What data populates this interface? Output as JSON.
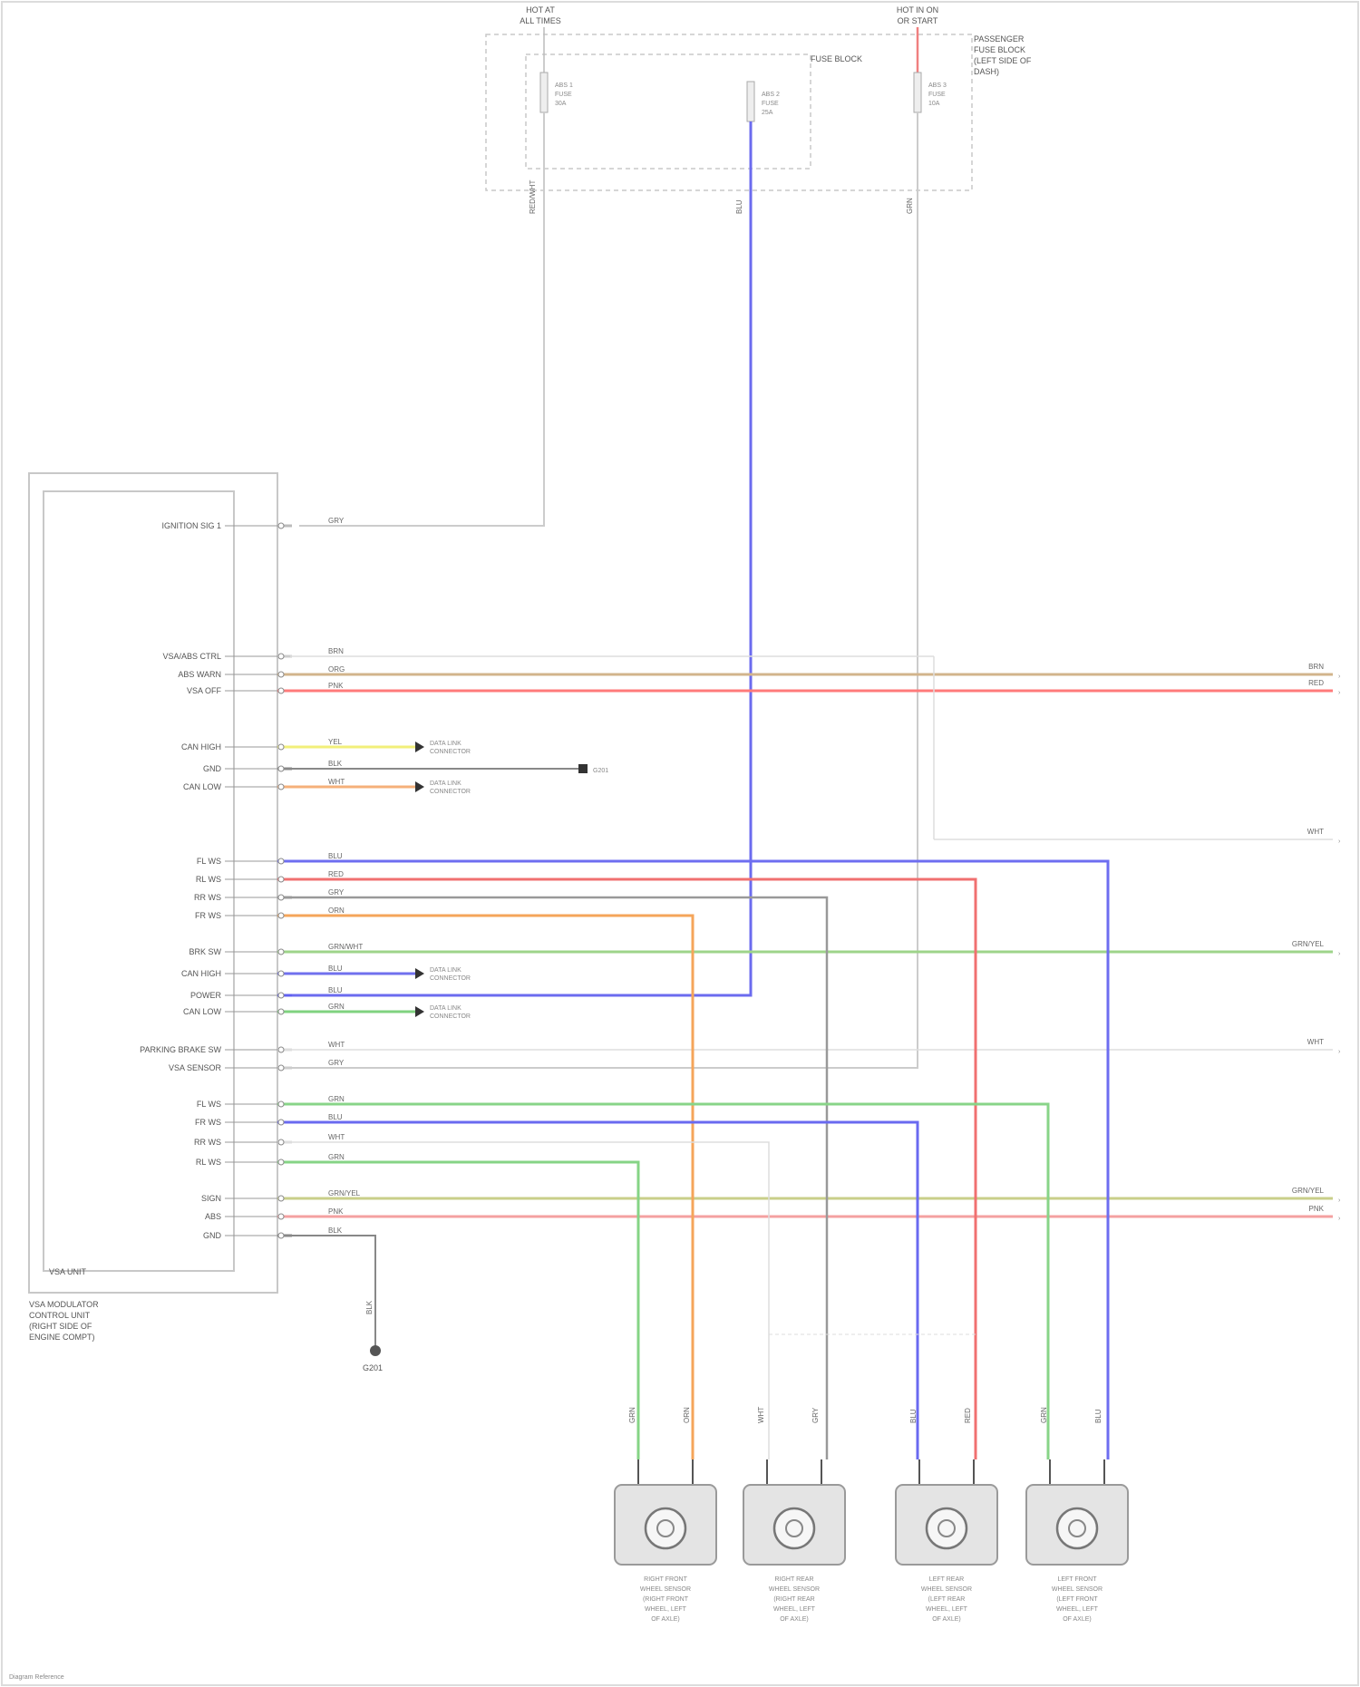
{
  "fuse_block": {
    "left_title": [
      "HOT AT",
      "ALL TIMES"
    ],
    "right_title": [
      "HOT IN ON",
      "OR START"
    ],
    "side_label": [
      "PASSENGER",
      "FUSE BLOCK",
      "(LEFT SIDE OF",
      "DASH)"
    ],
    "inner_label": "FUSE BLOCK",
    "fuses": [
      {
        "name": "ABS 1",
        "rating": "30A",
        "extra": "FUSE"
      },
      {
        "name": "ABS 2",
        "rating": "25A",
        "extra": "FUSE"
      },
      {
        "name": "ABS 3",
        "rating": "10A",
        "extra": "FUSE"
      }
    ],
    "wire_out_left": "RED/WHT",
    "wire_out_mid": "BLU",
    "wire_out_right": "GRN"
  },
  "module": {
    "inner_label": "VSA UNIT",
    "caption": [
      "VSA MODULATOR",
      "CONTROL UNIT",
      "(RIGHT SIDE OF",
      "ENGINE COMPT)"
    ],
    "pins": [
      {
        "label": "IGNITION SIG 1",
        "wire": "GRY",
        "color": "#bbbbbb"
      },
      {
        "label": "VSA/ABS CTRL",
        "wire": "BRN",
        "color": "#cccccc"
      },
      {
        "label": "ABS WARN",
        "wire": "ORG",
        "color": "#d2b48c"
      },
      {
        "label": "VSA OFF",
        "wire": "PNK",
        "color": "#ff7a7a"
      },
      {
        "label": "CAN HIGH",
        "wire": "YEL",
        "color": "#f2ef7a"
      },
      {
        "label": "GND",
        "wire": "BLK",
        "color": "#888888"
      },
      {
        "label": "CAN LOW",
        "wire": "WHT",
        "color": "#f5b07a"
      },
      {
        "label": "FL WS",
        "wire": "BLU",
        "color": "#6e6ef0"
      },
      {
        "label": "RL WS",
        "wire": "RED",
        "color": "#f07070"
      },
      {
        "label": "RR WS",
        "wire": "GRY",
        "color": "#999999"
      },
      {
        "label": "FR WS",
        "wire": "ORN",
        "color": "#f5a55a"
      },
      {
        "label": "BRK SW",
        "wire": "GRN/WHT",
        "color": "#9ed48a"
      },
      {
        "label": "CAN HIGH",
        "wire": "BLU",
        "color": "#7070ee"
      },
      {
        "label": "POWER",
        "wire": "BLU",
        "color": "#6060f0"
      },
      {
        "label": "CAN LOW",
        "wire": "GRN",
        "color": "#7fd27f"
      },
      {
        "label": "PARKING BRAKE SW",
        "wire": "WHT",
        "color": "#dddddd"
      },
      {
        "label": "VSA SENSOR",
        "wire": "GRY",
        "color": "#cccccc"
      },
      {
        "label": "FL WS",
        "wire": "GRN",
        "color": "#88d488"
      },
      {
        "label": "FR WS",
        "wire": "BLU",
        "color": "#6a6af0"
      },
      {
        "label": "RR WS",
        "wire": "WHT",
        "color": "#dddddd"
      },
      {
        "label": "RL WS",
        "wire": "GRN",
        "color": "#86d486"
      },
      {
        "label": "SIGN",
        "wire": "GRN/YEL",
        "color": "#c9cf8a"
      },
      {
        "label": "ABS",
        "wire": "PNK",
        "color": "#f4a0a0"
      },
      {
        "label": "GND",
        "wire": "BLK",
        "color": "#888888"
      }
    ],
    "ground_label": "G201",
    "ground_wire": "BLK"
  },
  "destinations": [
    {
      "text": "BRN",
      "id": "dest-1"
    },
    {
      "text": "RED",
      "id": "dest-2"
    },
    {
      "text": "WHT",
      "id": "dest-3"
    },
    {
      "text": "GRN/YEL",
      "id": "dest-4"
    },
    {
      "text": "WHT",
      "id": "dest-5"
    },
    {
      "text": "GRN/YEL",
      "id": "dest-6"
    },
    {
      "text": "PNK",
      "id": "dest-7"
    }
  ],
  "bus_labels": [
    [
      "DATA LINK",
      "CONNECTOR"
    ],
    [
      "DATA LINK",
      "CONNECTOR"
    ],
    [
      "DATA LINK",
      "CONNECTOR"
    ],
    [
      "DATA LINK",
      "CONNECTOR"
    ]
  ],
  "ground_tag": "G201",
  "sensors": [
    {
      "lines": [
        "RIGHT FRONT",
        "WHEEL SENSOR",
        "(RIGHT FRONT",
        "WHEEL, LEFT",
        "OF AXLE)"
      ],
      "w1": "GRN",
      "w2": "ORN"
    },
    {
      "lines": [
        "RIGHT REAR",
        "WHEEL SENSOR",
        "(RIGHT REAR",
        "WHEEL, LEFT",
        "OF AXLE)"
      ],
      "w1": "WHT",
      "w2": "GRY"
    },
    {
      "lines": [
        "LEFT REAR",
        "WHEEL SENSOR",
        "(LEFT REAR",
        "WHEEL, LEFT",
        "OF AXLE)"
      ],
      "w1": "BLU",
      "w2": "RED"
    },
    {
      "lines": [
        "LEFT FRONT",
        "WHEEL SENSOR",
        "(LEFT FRONT",
        "WHEEL, LEFT",
        "OF AXLE)"
      ],
      "w1": "GRN",
      "w2": "BLU"
    }
  ],
  "footer": "Diagram Reference"
}
